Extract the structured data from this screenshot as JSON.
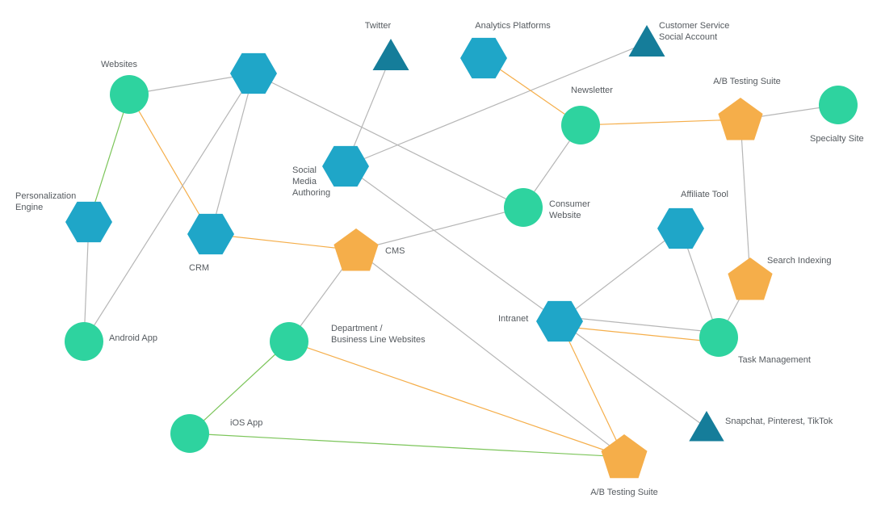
{
  "colors": {
    "circle": "#2ed39f",
    "hexagon": "#1fa6c8",
    "pentagon": "#f5ae4a",
    "triangle": "#157d9a",
    "edge_gray": "#b6b6b6",
    "edge_orange": "#f5ae4a",
    "edge_green": "#7cc55a",
    "text": "#555a5f"
  },
  "nodes": [
    {
      "id": "websites",
      "shape": "circle",
      "label_lines": [
        "Websites"
      ]
    },
    {
      "id": "hub-top",
      "shape": "hexagon",
      "label_lines": []
    },
    {
      "id": "twitter",
      "shape": "triangle",
      "label_lines": [
        "Twitter"
      ]
    },
    {
      "id": "analytics",
      "shape": "hexagon",
      "label_lines": [
        "Analytics Platforms"
      ]
    },
    {
      "id": "customer-service",
      "shape": "triangle",
      "label_lines": [
        "Customer Service",
        "Social Account"
      ]
    },
    {
      "id": "newsletter",
      "shape": "circle",
      "label_lines": [
        "Newsletter"
      ]
    },
    {
      "id": "ab-testing-top",
      "shape": "pentagon",
      "label_lines": [
        "A/B Testing Suite"
      ]
    },
    {
      "id": "specialty-site",
      "shape": "circle",
      "label_lines": [
        "Specialty Site"
      ]
    },
    {
      "id": "social-media",
      "shape": "hexagon",
      "label_lines": [
        "Social",
        "Media",
        "Authoring"
      ]
    },
    {
      "id": "personalization",
      "shape": "hexagon",
      "label_lines": [
        "Personalization",
        "Engine"
      ]
    },
    {
      "id": "consumer-website",
      "shape": "circle",
      "label_lines": [
        "Consumer",
        "Website"
      ]
    },
    {
      "id": "affiliate",
      "shape": "hexagon",
      "label_lines": [
        "Affiliate Tool"
      ]
    },
    {
      "id": "crm",
      "shape": "hexagon",
      "label_lines": [
        "CRM"
      ]
    },
    {
      "id": "cms",
      "shape": "pentagon",
      "label_lines": [
        "CMS"
      ]
    },
    {
      "id": "search-indexing",
      "shape": "pentagon",
      "label_lines": [
        "Search Indexing"
      ]
    },
    {
      "id": "intranet",
      "shape": "hexagon",
      "label_lines": [
        "Intranet"
      ]
    },
    {
      "id": "android",
      "shape": "circle",
      "label_lines": [
        "Android App"
      ]
    },
    {
      "id": "department",
      "shape": "circle",
      "label_lines": [
        "Department /",
        "Business Line Websites"
      ]
    },
    {
      "id": "task-management",
      "shape": "circle",
      "label_lines": [
        "Task Management"
      ]
    },
    {
      "id": "ios",
      "shape": "circle",
      "label_lines": [
        "iOS App"
      ]
    },
    {
      "id": "snapchat",
      "shape": "triangle",
      "label_lines": [
        "Snapchat, Pinterest, TikTok"
      ]
    },
    {
      "id": "ab-testing-bottom",
      "shape": "pentagon",
      "label_lines": [
        "A/B Testing Suite"
      ]
    }
  ],
  "edges": [
    {
      "from": "websites",
      "to": "hub-top",
      "color": "gray"
    },
    {
      "from": "websites",
      "to": "personalization",
      "color": "green"
    },
    {
      "from": "websites",
      "to": "crm",
      "color": "orange"
    },
    {
      "from": "hub-top",
      "to": "crm",
      "color": "gray"
    },
    {
      "from": "hub-top",
      "to": "android",
      "color": "gray"
    },
    {
      "from": "hub-top",
      "to": "consumer-website",
      "color": "gray"
    },
    {
      "from": "twitter",
      "to": "social-media",
      "color": "gray"
    },
    {
      "from": "customer-service",
      "to": "social-media",
      "color": "gray"
    },
    {
      "from": "analytics",
      "to": "newsletter",
      "color": "orange"
    },
    {
      "from": "newsletter",
      "to": "ab-testing-top",
      "color": "orange"
    },
    {
      "from": "newsletter",
      "to": "consumer-website",
      "color": "gray"
    },
    {
      "from": "ab-testing-top",
      "to": "specialty-site",
      "color": "gray"
    },
    {
      "from": "ab-testing-top",
      "to": "search-indexing",
      "color": "gray"
    },
    {
      "from": "social-media",
      "to": "intranet",
      "color": "gray"
    },
    {
      "from": "personalization",
      "to": "android",
      "color": "gray"
    },
    {
      "from": "consumer-website",
      "to": "cms",
      "color": "gray"
    },
    {
      "from": "crm",
      "to": "cms",
      "color": "orange"
    },
    {
      "from": "cms",
      "to": "department",
      "color": "gray"
    },
    {
      "from": "cms",
      "to": "ab-testing-bottom",
      "color": "gray"
    },
    {
      "from": "affiliate",
      "to": "intranet",
      "color": "gray"
    },
    {
      "from": "affiliate",
      "to": "task-management",
      "color": "gray"
    },
    {
      "from": "search-indexing",
      "to": "task-management",
      "color": "gray"
    },
    {
      "from": "intranet",
      "to": "task-management",
      "color": "gray"
    },
    {
      "from": "intranet",
      "to": "task-management",
      "color": "orange"
    },
    {
      "from": "intranet",
      "to": "ab-testing-bottom",
      "color": "orange"
    },
    {
      "from": "intranet",
      "to": "snapchat",
      "color": "gray"
    },
    {
      "from": "department",
      "to": "ios",
      "color": "green"
    },
    {
      "from": "department",
      "to": "ab-testing-bottom",
      "color": "orange"
    },
    {
      "from": "ios",
      "to": "ab-testing-bottom",
      "color": "green"
    }
  ]
}
